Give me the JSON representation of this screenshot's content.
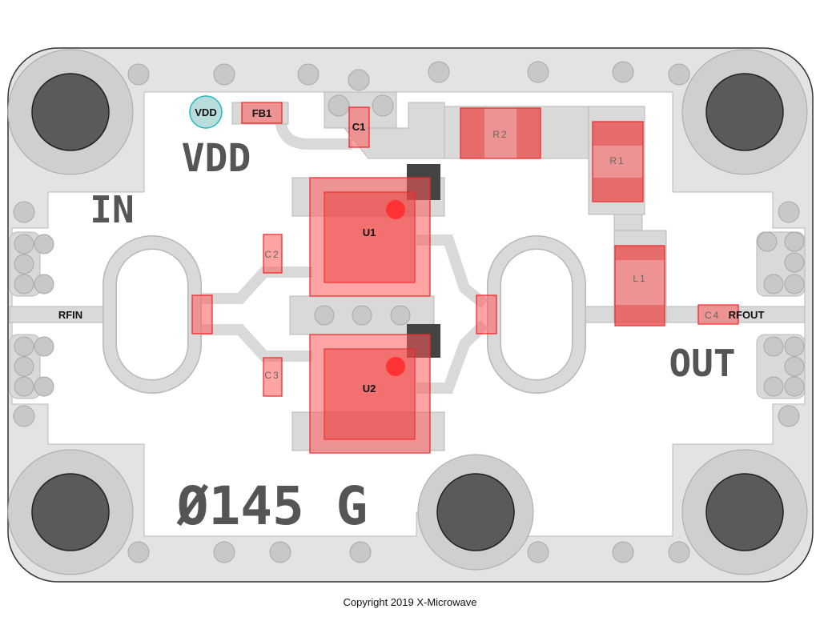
{
  "board": {
    "silkscreen": {
      "vdd": "VDD",
      "in": "IN",
      "out": "OUT",
      "part": "Ø145 G"
    },
    "components": {
      "vdd_pin": "VDD",
      "fb1": "FB1",
      "c1": "C1",
      "r2": "R2",
      "r1": "R1",
      "u1": "U1",
      "u2": "U2",
      "c2": "C2",
      "c3": "C3",
      "l1": "L1",
      "c4": "C4",
      "rfin": "RFIN",
      "rfout": "RFOUT"
    },
    "colors": {
      "component": "#ff5a5a",
      "pad": "#d9d9d9",
      "hole": "#5a5a5a"
    }
  },
  "footer": {
    "copyright": "Copyright 2019 X-Microwave"
  }
}
